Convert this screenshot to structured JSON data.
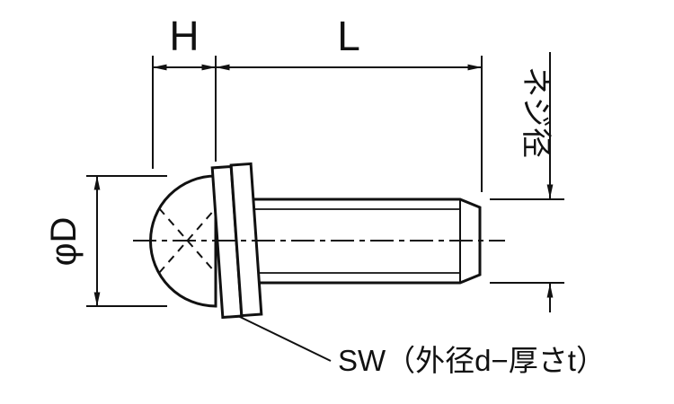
{
  "diagram": {
    "labels": {
      "head_height": "H",
      "length": "L",
      "head_diameter": "φD",
      "thread_diameter": "ネジ径",
      "washer": "SW（外径d−厚さt）"
    },
    "colors": {
      "line": "#111111",
      "background": "#ffffff"
    }
  }
}
